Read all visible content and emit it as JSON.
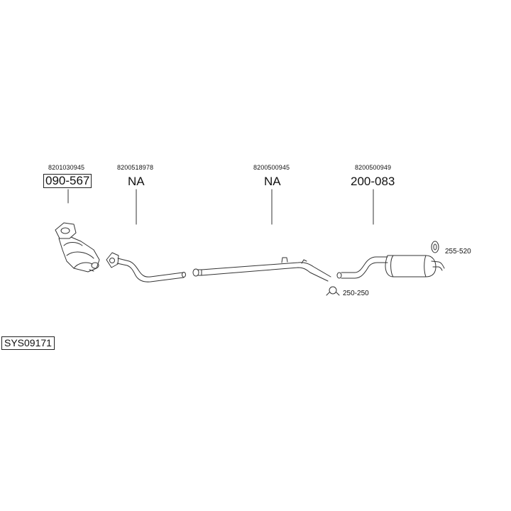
{
  "system_code": "SYS09171",
  "components": [
    {
      "oem": "8201030945",
      "part": "090-567",
      "boxed": true
    },
    {
      "oem": "8200518978",
      "part": "NA",
      "boxed": false
    },
    {
      "oem": "8200500945",
      "part": "NA",
      "boxed": false
    },
    {
      "oem": "8200500949",
      "part": "200-083",
      "boxed": false
    }
  ],
  "accessories": [
    {
      "part": "255-520",
      "icon": "rubber-hanger-icon"
    },
    {
      "part": "250-250",
      "icon": "clamp-icon"
    }
  ]
}
